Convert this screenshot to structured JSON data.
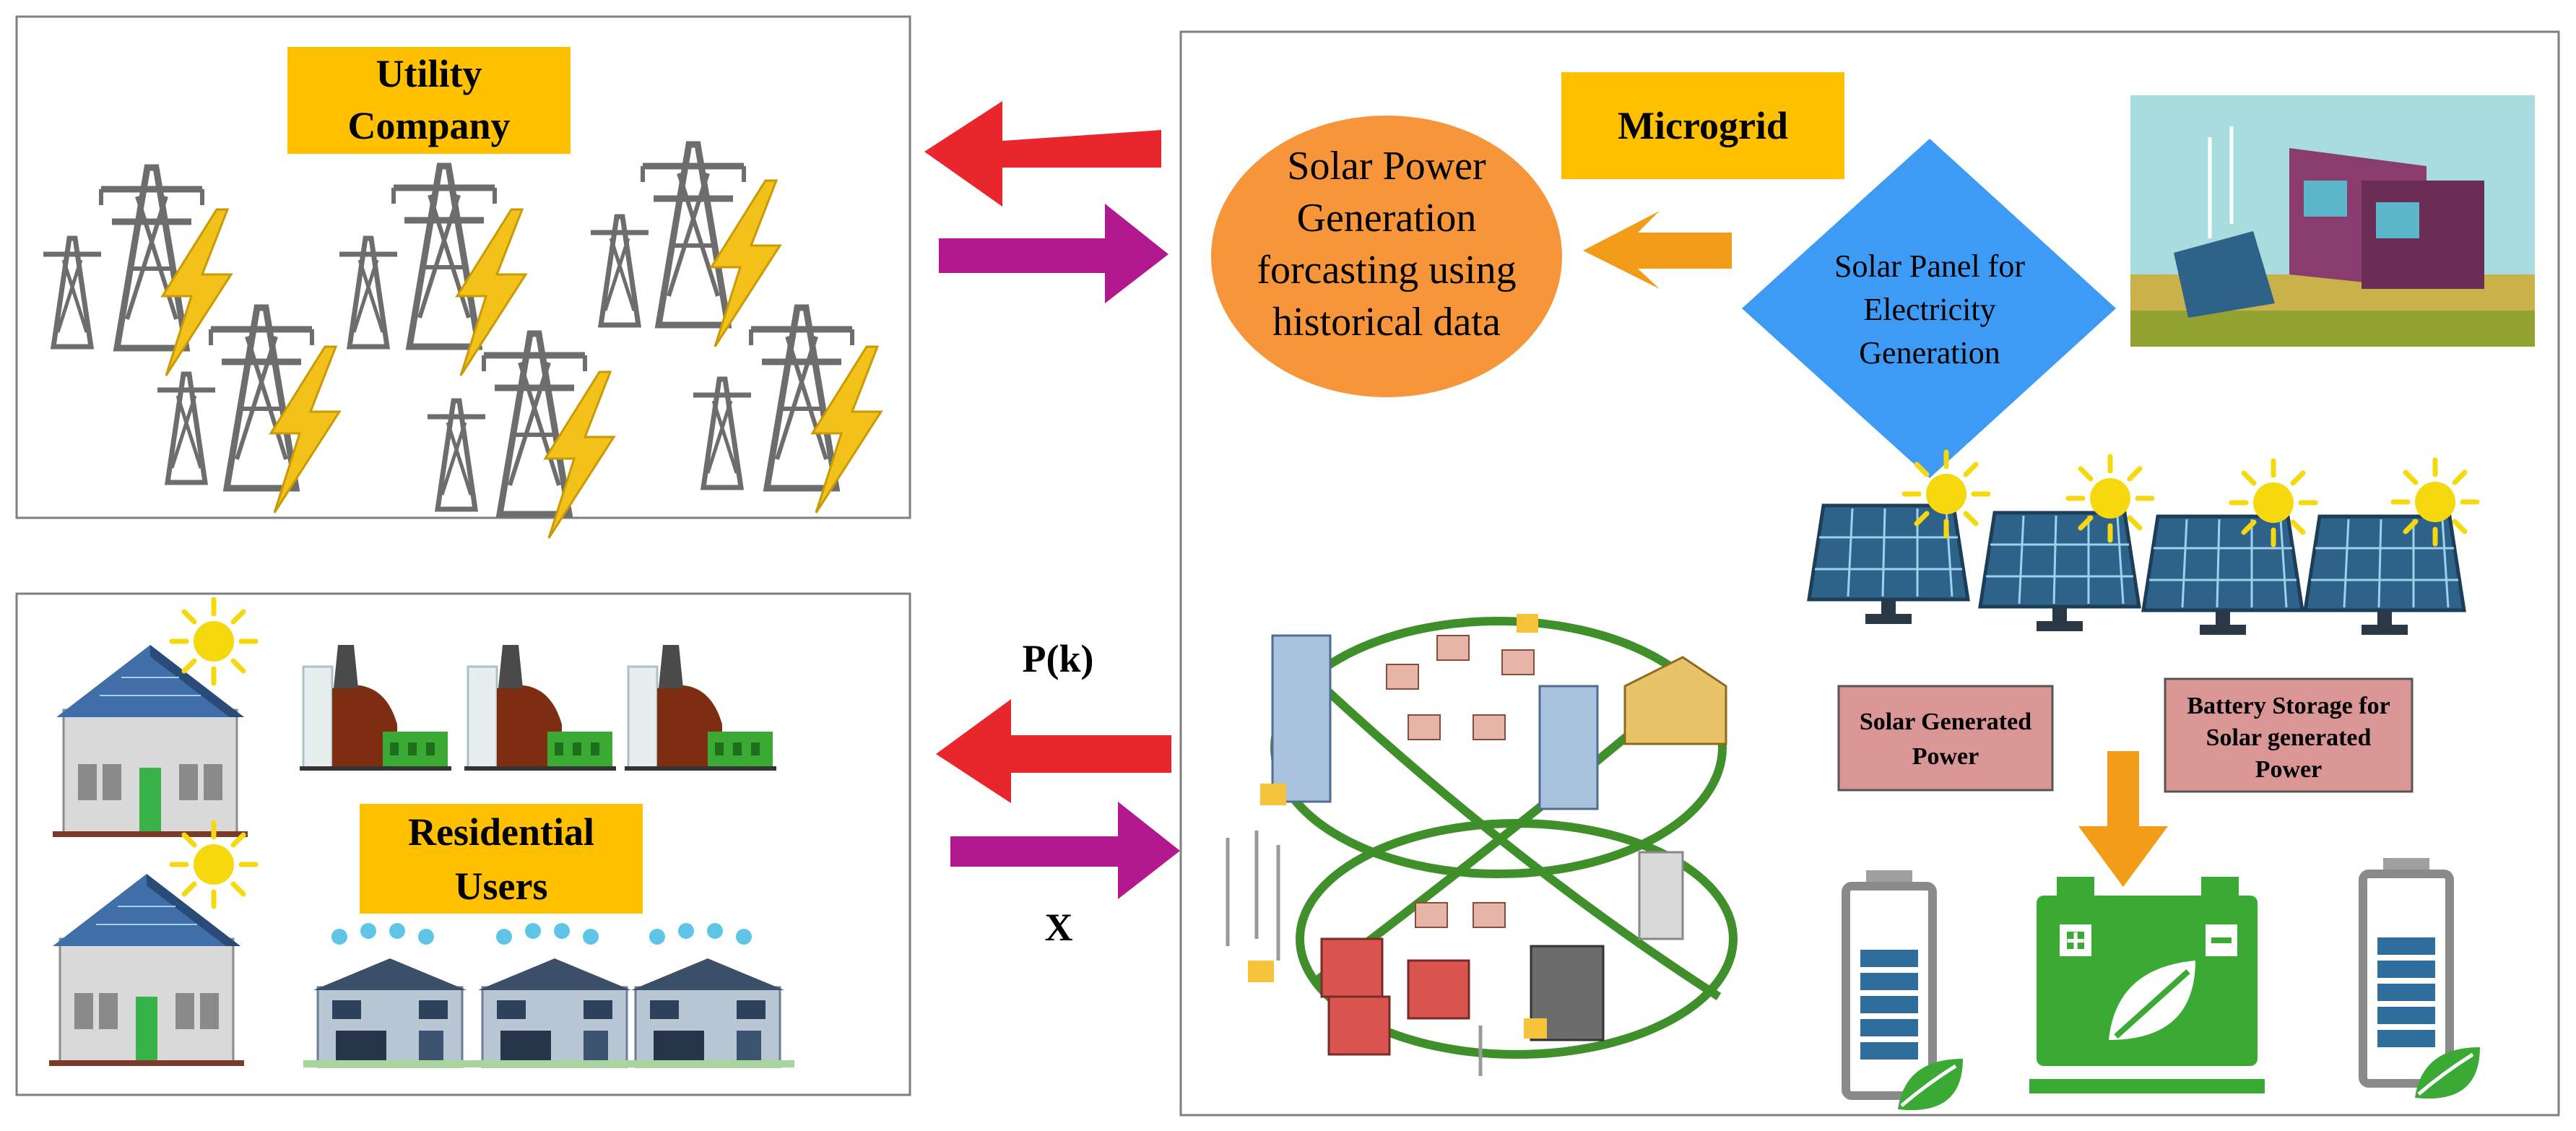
{
  "utility": {
    "title_line1": "Utility",
    "title_line2": "Company"
  },
  "residential": {
    "title_line1": "Residential",
    "title_line2": "Users"
  },
  "microgrid": {
    "title": "Microgrid"
  },
  "forecast": {
    "line1": "Solar Power",
    "line2": "Generation",
    "line3": "forcasting using",
    "line4": "historical data"
  },
  "solar_panel_diamond": {
    "line1": "Solar Panel for",
    "line2": "Electricity",
    "line3": "Generation"
  },
  "solar_generated": {
    "line1": "Solar Generated",
    "line2": "Power"
  },
  "battery_storage": {
    "line1": "Battery Storage for",
    "line2": "Solar generated",
    "line3": "Power"
  },
  "flows": {
    "upper_label": "P(k)",
    "lower_label": "X"
  },
  "colors": {
    "label_bg": "#ffc000",
    "forecast_fill": "#f6953a",
    "diamond_fill": "#3d9bf5",
    "pink_box": "#d99694",
    "red_arrow": "#e8262c",
    "purple_arrow": "#b2198f",
    "orange_arrow": "#f39c1a",
    "tower_gray": "#6d6d6d",
    "bolt_yellow": "#f2c21b",
    "battery_green": "#3aaa35",
    "grid_green": "#3f8f2a"
  }
}
